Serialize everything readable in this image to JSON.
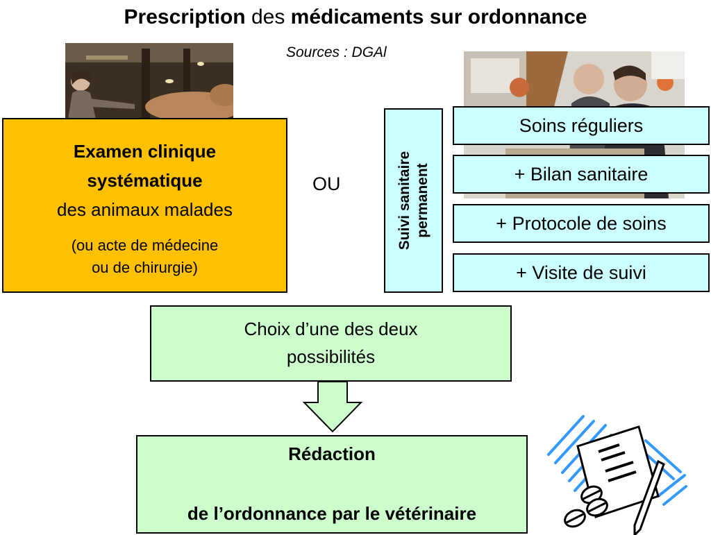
{
  "title": {
    "part1": "Prescription",
    "part2": " des ",
    "part3": "médicaments sur ordonnance"
  },
  "subtitle": "Sources : DGAl",
  "exam_box": {
    "line1": "Examen clinique",
    "line2": "systématique",
    "line3": "des animaux malades",
    "line4": "(ou acte de médecine",
    "line5": "ou de chirurgie)"
  },
  "or_label": "OU",
  "suivi_box": {
    "line1": "Suivi sanitaire",
    "line2": "permanent"
  },
  "suivi_items": [
    "Soins réguliers",
    "+ Bilan sanitaire",
    "+ Protocole de soins",
    "+ Visite de suivi"
  ],
  "choice_box": {
    "line1": "Choix d’une des deux",
    "line2": "possibilités"
  },
  "redaction_box": {
    "line1": "Rédaction",
    "line2": "de l’ordonnance par le vétérinaire"
  },
  "colors": {
    "exam": "#ffc000",
    "suivi": "#ccffff",
    "choice": "#ccffcc",
    "redaction": "#ccffcc",
    "clipart": "#3399ff"
  },
  "images": {
    "left_photo": "barn-photo",
    "right_photo": "veterinarians-photo",
    "clipart": "prescription-clipart"
  }
}
